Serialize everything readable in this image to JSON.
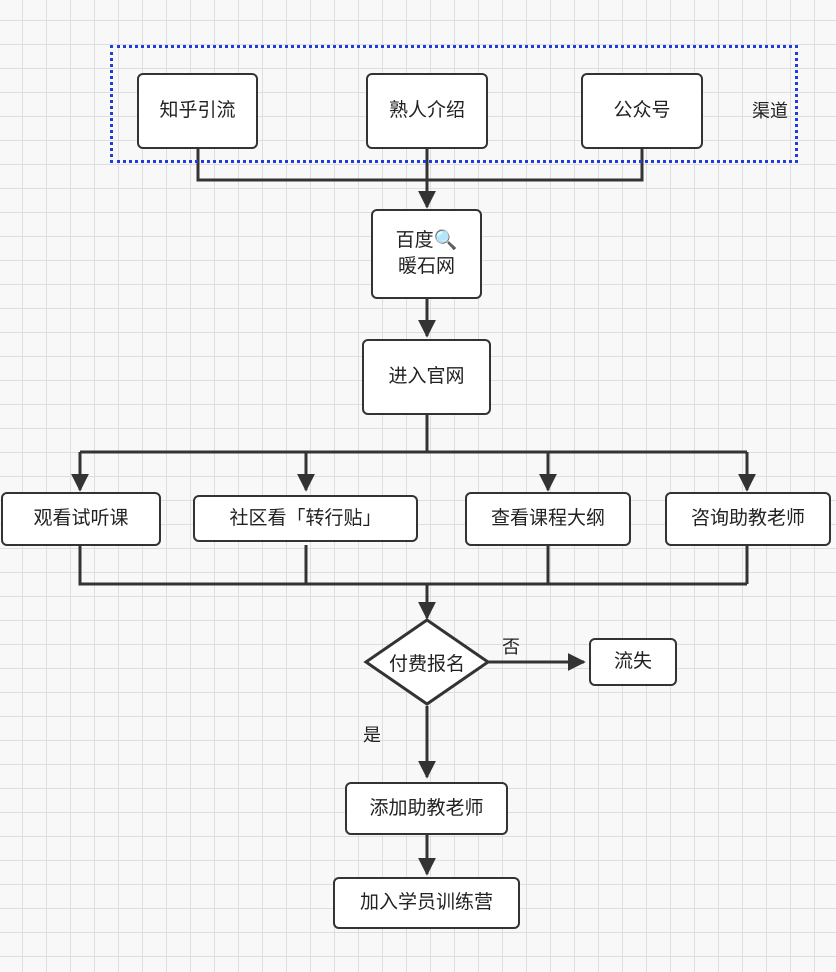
{
  "group": {
    "label": "渠道"
  },
  "nodes": {
    "zhihu": "知乎引流",
    "referral": "熟人介绍",
    "wechat": "公众号",
    "search": "百度🔍\n暖石网",
    "enter_site": "进入官网",
    "trial": "观看试听课",
    "community": "社区看「转行贴」",
    "syllabus": "查看课程大纲",
    "consult": "咨询助教老师",
    "decision": "付费报名",
    "lost": "流失",
    "add_teacher": "添加助教老师",
    "join_camp": "加入学员训练营"
  },
  "edges": {
    "no_label": "否",
    "yes_label": "是"
  },
  "colors": {
    "line": "#333333",
    "group_border": "#1f3dd8",
    "grid": "#dedede"
  }
}
